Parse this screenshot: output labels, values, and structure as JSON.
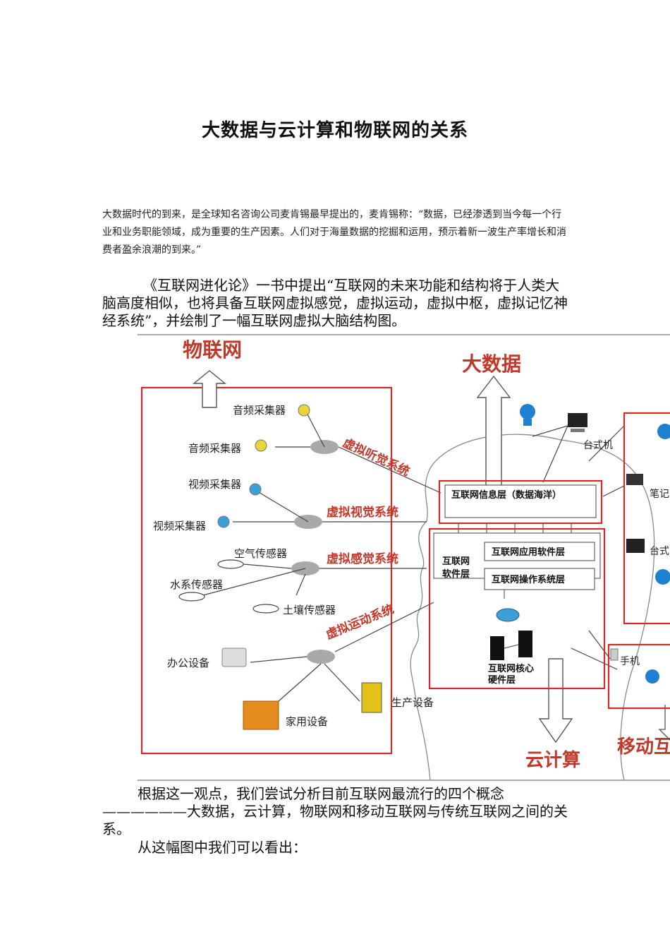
{
  "title": "大数据与云计算和物联网的关系",
  "intro_paragraph": "大数据时代的到来，是全球知名咨询公司麦肯锡最早提出的，麦肯锡称：“数据，已经渗透到当今每一个行业和业务职能领域，成为重要的生产因素。人们对于海量数据的挖掘和运用，预示着新一波生产率增长和消费者盈余浪潮的到来。”",
  "paragraph_book": "《互联网进化论》一书中提出“互联网的未来功能和结构将于人类大脑高度相似，也将具备互联网虚拟感觉，虚拟运动，虚拟中枢，虚拟记忆神经系统”，并绘制了一幅互联网虚拟大脑结构图。",
  "paragraph_analysis": "根据这一观点，我们尝试分析目前互联网最流行的四个概念——————大数据，云计算，物联网和移动互联网与传统互联网之间的关系。",
  "paragraph_conclusion": "从这幅图中我们可以看出：",
  "figure": {
    "heading_iot": "物联网",
    "heading_bigdata": "大数据",
    "heading_cloud": "云计算",
    "heading_mobile": "移动互",
    "devices": {
      "audio1": "音频采集器",
      "audio2": "音频采集器",
      "video1": "视频采集器",
      "video2": "视频采集器",
      "air": "空气传感器",
      "water": "水系传感器",
      "soil": "土壤传感器",
      "office": "办公设备",
      "home": "家用设备",
      "production": "生产设备"
    },
    "systems": {
      "hearing": "虚拟听觉系统",
      "vision": "虚拟视觉系统",
      "sensation": "虚拟感觉系统",
      "motion": "虚拟运动系统"
    },
    "layers": {
      "info": "互联网信息层（数据海洋）",
      "software_line1": "互联网",
      "software_line2": "软件层",
      "app": "互联网应用软件层",
      "os": "互联网操作系统层",
      "core_line1": "互联网核心",
      "core_line2": "硬件层"
    },
    "right_devices": {
      "desktop": "台式机",
      "notebook": "笔记",
      "desktop2": "台式",
      "phone": "手机"
    },
    "colors": {
      "red_frame": "#d22b2b",
      "text_red": "#c0392b",
      "hub": "#a9a9a9",
      "person": "#1f7fd1"
    }
  }
}
